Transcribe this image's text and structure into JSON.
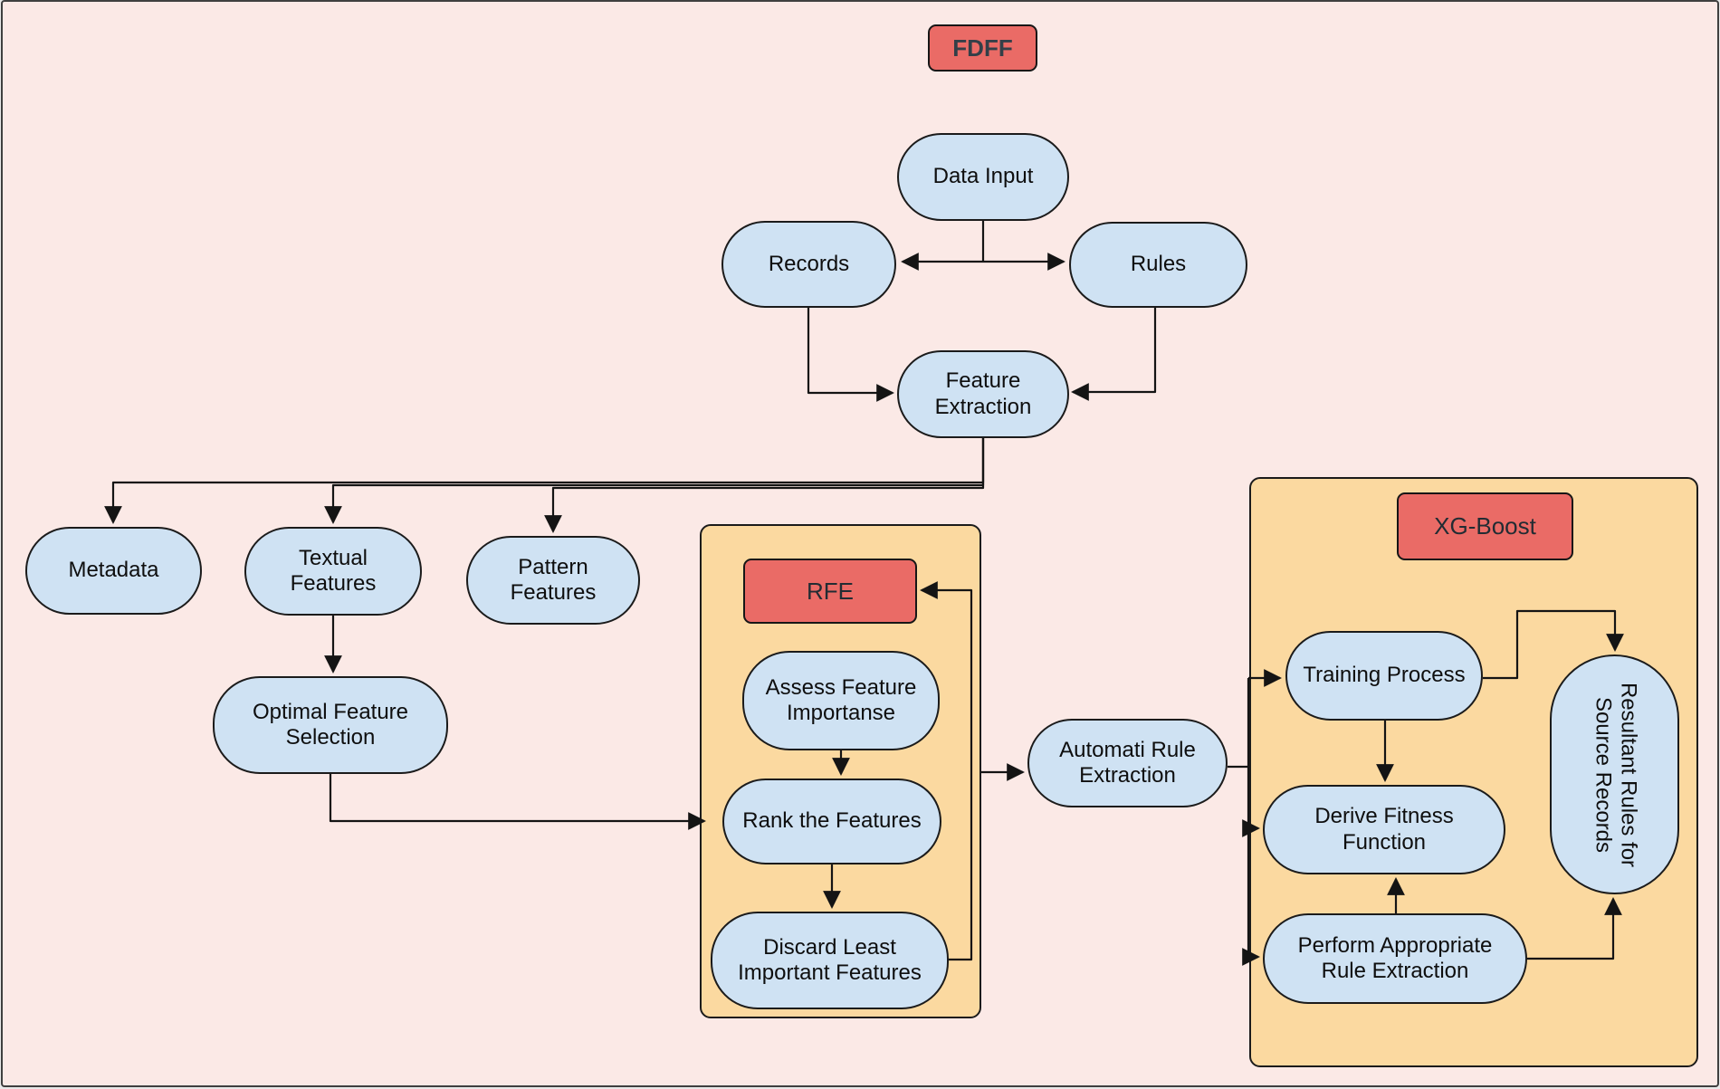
{
  "titles": {
    "fdff": "FDFF",
    "rfe": "RFE",
    "xgboost": "XG-Boost"
  },
  "nodes": {
    "data_input": "Data Input",
    "records": "Records",
    "rules": "Rules",
    "feature_extraction": "Feature\nExtraction",
    "metadata": "Metadata",
    "textual_features": "Textual\nFeatures",
    "pattern_features": "Pattern\nFeatures",
    "optimal_feature_selection": "Optimal Feature\nSelection",
    "assess_feature_importanse": "Assess Feature\nImportanse",
    "rank_the_features": "Rank the Features",
    "discard_least": "Discard Least\nImportant Features",
    "automati_rule_extraction": "Automati Rule\nExtraction",
    "training_process": "Training Process",
    "derive_fitness_function": "Derive Fitness\nFunction",
    "perform_appropriate": "Perform Appropriate\nRule Extraction",
    "resultant_rules": "Resultant Rules for\nSource Records"
  },
  "colors": {
    "background": "#fbe9e6",
    "node_fill": "#cfe2f3",
    "node_border": "#1b1b1b",
    "accent_red": "#ea6b66",
    "container_orange": "#fbd9a0",
    "edge": "#141414"
  }
}
